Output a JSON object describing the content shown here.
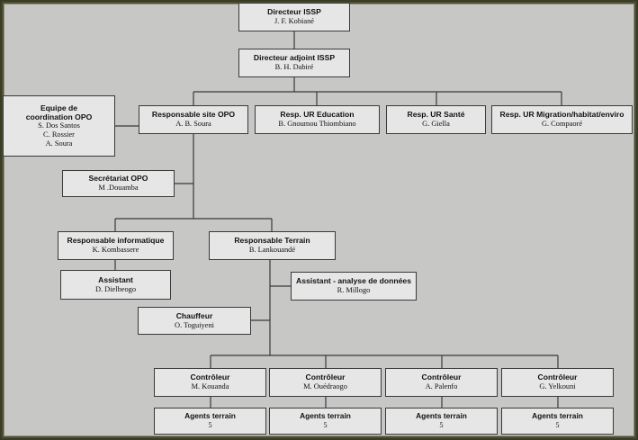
{
  "nodes": [
    {
      "id": "directeur",
      "title": "Directeur ISSP",
      "lines": [
        "J. F. Kobiané"
      ]
    },
    {
      "id": "directeur-adjoint",
      "title": "Directeur adjoint ISSP",
      "lines": [
        "B. H. Dabiré"
      ]
    },
    {
      "id": "equipe-coordination",
      "title": "Equipe de coordination OPO",
      "lines": [
        "S. Dos Santos",
        "C. Rossier",
        "A. Soura"
      ]
    },
    {
      "id": "responsable-site-opo",
      "title": "Responsable site OPO",
      "lines": [
        "A. B. Soura"
      ]
    },
    {
      "id": "resp-ur-education",
      "title": "Resp. UR Education",
      "lines": [
        "B. Gnoumou Thiombiano"
      ]
    },
    {
      "id": "resp-ur-sante",
      "title": "Resp. UR Santé",
      "lines": [
        "G. Giella"
      ]
    },
    {
      "id": "resp-ur-migration",
      "title": "Resp. UR Migration/habitat/enviro",
      "lines": [
        "G. Compaoré"
      ]
    },
    {
      "id": "secretariat-opo",
      "title": "Secrétariat OPO",
      "lines": [
        "M .Douamba"
      ]
    },
    {
      "id": "responsable-informatique",
      "title": "Responsable informatique",
      "lines": [
        "K. Kombassere"
      ]
    },
    {
      "id": "responsable-terrain",
      "title": "Responsable Terrain",
      "lines": [
        "B. Lankouandé"
      ]
    },
    {
      "id": "assistant",
      "title": "Assistant",
      "lines": [
        "D. Dielbeogo"
      ]
    },
    {
      "id": "assistant-analyse",
      "title": "Assistant - analyse de données",
      "lines": [
        "R. Millogo"
      ]
    },
    {
      "id": "chauffeur",
      "title": "Chauffeur",
      "lines": [
        "O. Toguiyeni"
      ]
    },
    {
      "id": "controleur-1",
      "title": "Contrôleur",
      "lines": [
        "M. Kouanda"
      ]
    },
    {
      "id": "controleur-2",
      "title": "Contrôleur",
      "lines": [
        "M. Ouédraogo"
      ]
    },
    {
      "id": "controleur-3",
      "title": "Contrôleur",
      "lines": [
        "A. Palenfo"
      ]
    },
    {
      "id": "controleur-4",
      "title": "Contrôleur",
      "lines": [
        "G. Yelkouni"
      ]
    },
    {
      "id": "agents-1",
      "title": "Agents terrain",
      "lines": [
        "5"
      ]
    },
    {
      "id": "agents-2",
      "title": "Agents terrain",
      "lines": [
        "5"
      ]
    },
    {
      "id": "agents-3",
      "title": "Agents terrain",
      "lines": [
        "5"
      ]
    },
    {
      "id": "agents-4",
      "title": "Agents terrain",
      "lines": [
        "5"
      ]
    }
  ]
}
